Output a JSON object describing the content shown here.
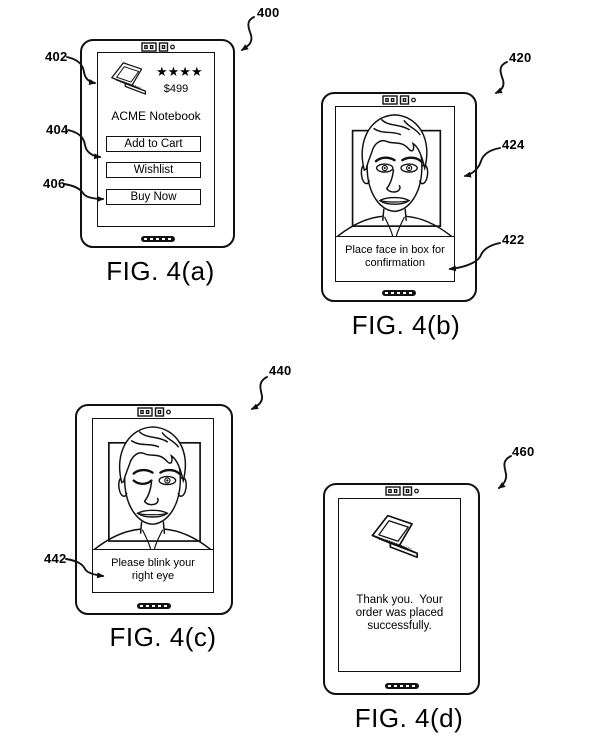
{
  "colors": {
    "ink": "#111111",
    "background": "#ffffff"
  },
  "fig4a": {
    "caption": "FIG. 4(a)",
    "refs": {
      "device": "400",
      "product_image": "402",
      "button_area": "404",
      "buy_now": "406"
    },
    "screen": {
      "stars": "★★★★",
      "price": "$499",
      "product_name": "ACME Notebook",
      "buttons": [
        "Add to Cart",
        "Wishlist",
        "Buy Now"
      ]
    }
  },
  "fig4b": {
    "caption": "FIG. 4(b)",
    "refs": {
      "device": "420",
      "face_box": "424",
      "message": "422"
    },
    "message_lines": [
      "Place face in box for",
      "confirmation"
    ]
  },
  "fig4c": {
    "caption": "FIG. 4(c)",
    "refs": {
      "device": "440",
      "message": "442"
    },
    "message_lines": [
      "Please blink your",
      "right eye"
    ]
  },
  "fig4d": {
    "caption": "FIG. 4(d)",
    "refs": {
      "device": "460"
    },
    "message_lines": [
      "Thank you.  Your",
      "order was placed",
      "successfully."
    ]
  }
}
